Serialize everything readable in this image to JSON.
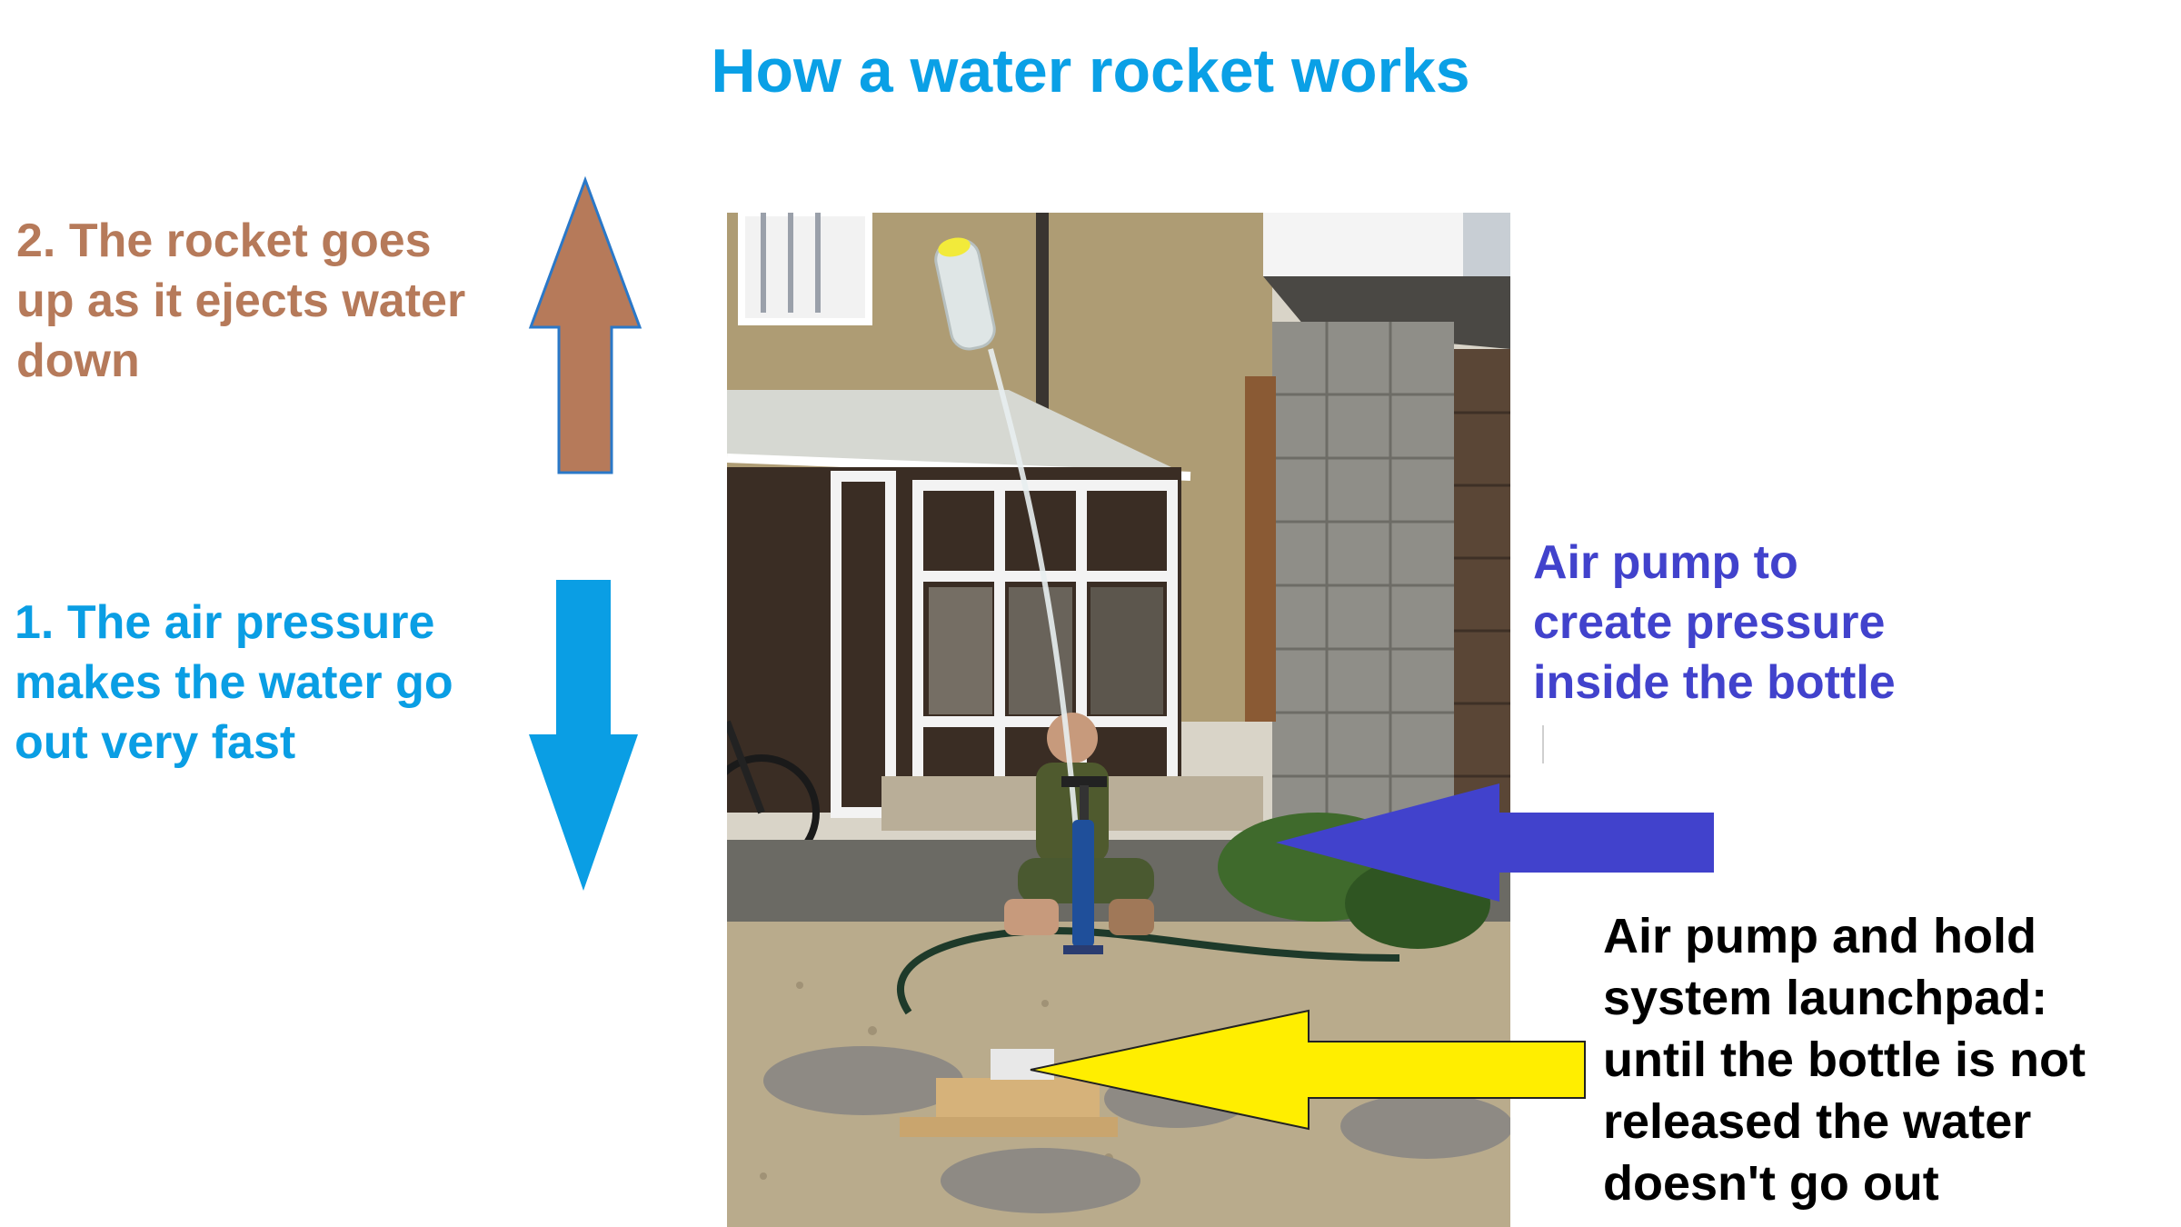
{
  "title": "How a water rocket works",
  "captions": {
    "rocket_up": [
      "2. The rocket goes",
      "up as it ejects water",
      "down"
    ],
    "air_pressure": [
      "1. The air pressure",
      "makes the water go",
      "out very fast"
    ],
    "air_pump": [
      "Air pump to",
      "create pressure",
      "inside the bottle"
    ],
    "launchpad": [
      "Air pump and hold",
      "system launchpad:",
      "until the bottle is not",
      "released the water",
      "doesn't go out"
    ]
  },
  "colors": {
    "title": "#0aa0e6",
    "rocket_up": "#b67a5a",
    "air_pressure": "#0a9ee4",
    "air_pump": "#4142cc",
    "launchpad": "#000000",
    "arrow_up_fill": "#b67a5a",
    "arrow_up_stroke": "#2a78c8",
    "arrow_down": "#0a9ee4",
    "arrow_pump": "#4142cc",
    "arrow_launchpad": "#ffee00",
    "arrow_launchpad_stroke": "#222222"
  }
}
